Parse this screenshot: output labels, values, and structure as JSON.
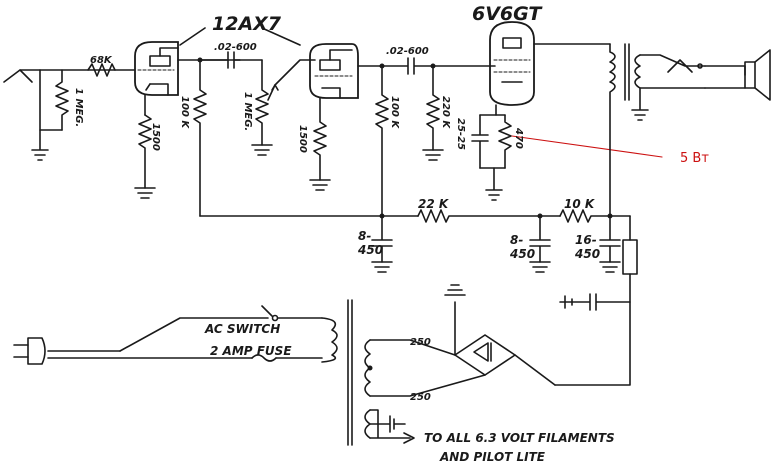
{
  "tubes": {
    "preamp": "12AX7",
    "power": "6V6GT"
  },
  "components": {
    "r_input_leak": "1 MEG.",
    "r_grid1": "68K",
    "r_cathode1": "1500",
    "c_coupling1": ".02-600",
    "r_plate1": "100 K",
    "pot_volume": "1 MEG.",
    "r_cathode2": "1500",
    "c_coupling2": ".02-600",
    "r_plate2": "100 K",
    "r_grid_power": "220 K",
    "c_cathode_power": "25-25",
    "r_cathode_power": "470",
    "r_filter1": "22 K",
    "r_filter2": "10 K",
    "c_filter1": "8-\n450",
    "c_filter2": "8-\n450",
    "c_filter3": "16-\n450"
  },
  "power_section": {
    "switch_label": "AC SWITCH",
    "fuse_label": "2 AMP FUSE",
    "hv_winding_top": "250",
    "hv_winding_bottom": "250",
    "filament_line1": "TO ALL 6.3 VOLT FILAMENTS",
    "filament_line2": "AND PILOT LITE"
  },
  "annotation": {
    "text": "5 Вт",
    "color": "#cc1111"
  }
}
